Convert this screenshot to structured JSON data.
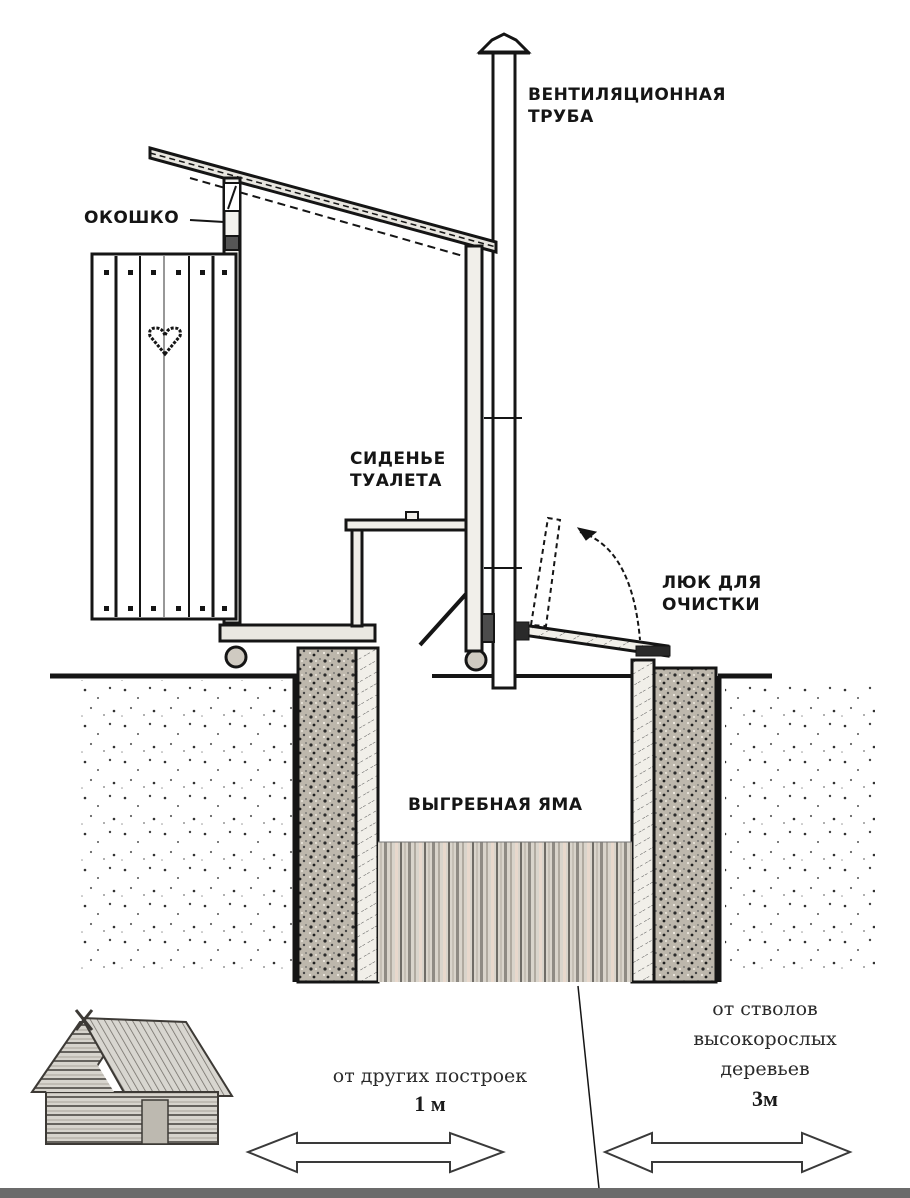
{
  "diagram": {
    "type": "outhouse-cross-section",
    "colors": {
      "line": "#151515",
      "concrete_fill": "#b9b3a8",
      "waste_fill": "#c8c2b8",
      "background": "#ffffff",
      "bottom_bar": "#6b6b6b"
    },
    "labels": {
      "vent_pipe_line1": "ВЕНТИЛЯЦИОННАЯ",
      "vent_pipe_line2": "ТРУБА",
      "window": "ОКОШКО",
      "toilet_seat_line1": "СИДЕНЬЕ",
      "toilet_seat_line2": "ТУАЛЕТА",
      "cleaning_hatch_line1": "ЛЮК ДЛЯ",
      "cleaning_hatch_line2": "ОЧИСТКИ",
      "cesspit": "ВЫГРЕБНАЯ ЯМА"
    }
  },
  "distances": {
    "buildings": {
      "text": "от других построек",
      "value": "1 м"
    },
    "trees": {
      "line1": "от стволов",
      "line2": "высокорослых",
      "line3": "деревьев",
      "value": "3м"
    }
  },
  "icons": {
    "house": "log-cabin-icon",
    "arrow_left": "double-arrow-icon",
    "arrow_right": "double-arrow-icon"
  }
}
